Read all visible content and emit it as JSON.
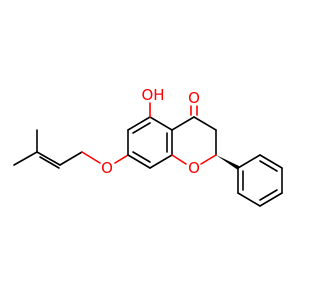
{
  "molecule": {
    "atoms": {
      "o_hydroxyl": "OH",
      "o_carbonyl": "O",
      "o_ether": "O",
      "o_ring": "O"
    },
    "colors": {
      "bond": "#000000",
      "heteroatom": "#ff0000",
      "background": "#ffffff"
    }
  }
}
